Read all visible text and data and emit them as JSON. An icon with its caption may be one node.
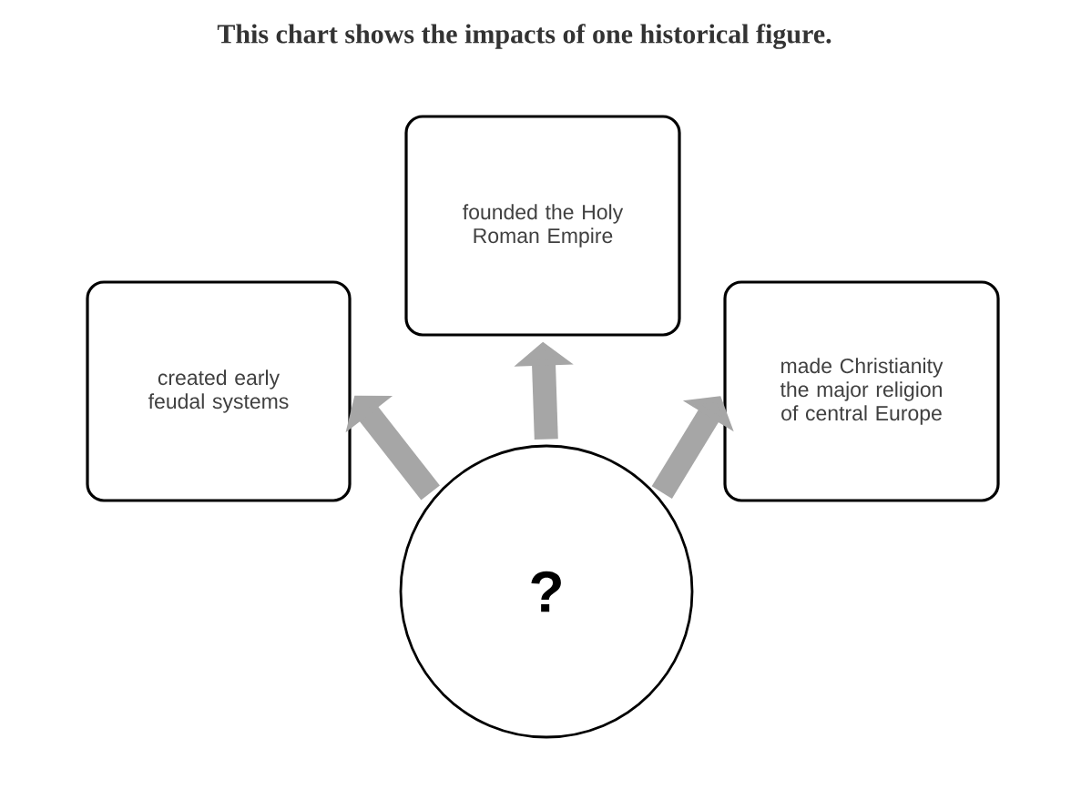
{
  "diagram": {
    "title": "This chart shows the impacts of one historical figure.",
    "nodes": [
      {
        "text": [
          "founded the Holy Roman Empire"
        ]
      },
      {
        "text": [
          "created early feudal systems"
        ]
      },
      {
        "text": [
          "made Christianity the major religion of central Europe"
        ]
      },
      {
        "text": [
          "?"
        ]
      }
    ],
    "edges": [
      {
        "from": 3,
        "to": 1,
        "arrow": "to"
      },
      {
        "from": 3,
        "to": 0,
        "arrow": "to"
      },
      {
        "from": 3,
        "to": 2,
        "arrow": "to"
      }
    ]
  }
}
